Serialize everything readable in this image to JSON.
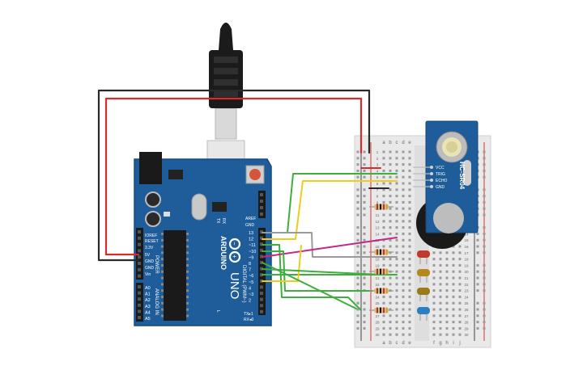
{
  "arduino": {
    "brand": "ARDUINO",
    "model": "UNO",
    "label_digital": "DIGITAL (PWM~)",
    "label_power": "POWER",
    "label_analog": "ANALOG IN",
    "label_ioref": "IOREF",
    "label_reset": "RESET",
    "label_3v3": "3.3V",
    "label_5v": "5V",
    "label_gnd1": "GND",
    "label_gnd2": "GND",
    "label_vin": "Vin",
    "label_aref": "AREF",
    "label_gnd_top": "GND",
    "label_tx": "TX",
    "label_rx": "RX",
    "label_l": "L",
    "label_txrx_pin1": "TX▸1",
    "label_rxpin0": "RX◂0",
    "digital_pins": [
      "13",
      "12",
      "~11",
      "~10",
      "~9",
      "8",
      "7",
      "~6",
      "~5",
      "4",
      "~3",
      "2"
    ],
    "analog_pins": [
      "A0",
      "A1",
      "A2",
      "A3",
      "A4",
      "A5"
    ]
  },
  "sensor": {
    "name": "HC-SR04",
    "pins": [
      "VCC",
      "TRIG",
      "ECHO",
      "GND"
    ]
  },
  "breadboard": {
    "columns_left": [
      "a",
      "b",
      "c",
      "d",
      "e"
    ],
    "columns_right": [
      "f",
      "g",
      "h",
      "i",
      "j"
    ],
    "row_numbers": [
      "1",
      "2",
      "3",
      "4",
      "5",
      "6",
      "7",
      "8",
      "9",
      "10",
      "11",
      "12",
      "13",
      "14",
      "15",
      "16",
      "17",
      "18",
      "19",
      "20",
      "21",
      "22",
      "23",
      "24",
      "25",
      "26",
      "27",
      "28",
      "29",
      "30"
    ]
  },
  "colors": {
    "board_blue": "#1e5c9a",
    "wire_red": "#d92b2b",
    "wire_black": "#2a2a2a",
    "wire_green": "#3fae3f",
    "wire_yellow": "#f0cc1a",
    "wire_magenta": "#c2288a",
    "wire_gray": "#9a9a9a",
    "led_red": "#c0392b",
    "led_yellow": "#b38a1a",
    "led_blue": "#2d7fbf"
  }
}
